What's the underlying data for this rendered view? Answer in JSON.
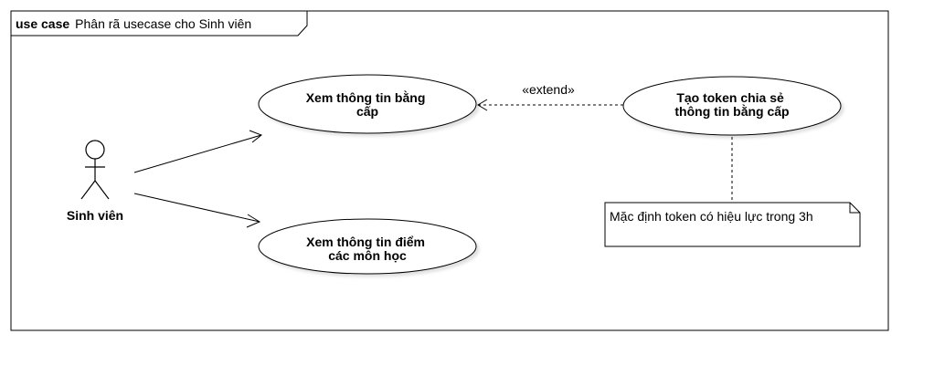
{
  "frame": {
    "keyword": "use case",
    "name": "Phân rã usecase cho Sinh viên"
  },
  "actor": {
    "name": "Sinh viên"
  },
  "use_cases": {
    "view_degree": [
      "Xem thông tin bằng",
      "cấp"
    ],
    "view_grades": [
      "Xem thông tin điểm",
      "các môn học"
    ],
    "create_token": [
      "Tạo token chia sẻ",
      "thông tin bằng cấp"
    ]
  },
  "relationships": {
    "extend_label": "«extend»"
  },
  "note": {
    "text": "Mặc định token có hiệu lực trong 3h"
  }
}
